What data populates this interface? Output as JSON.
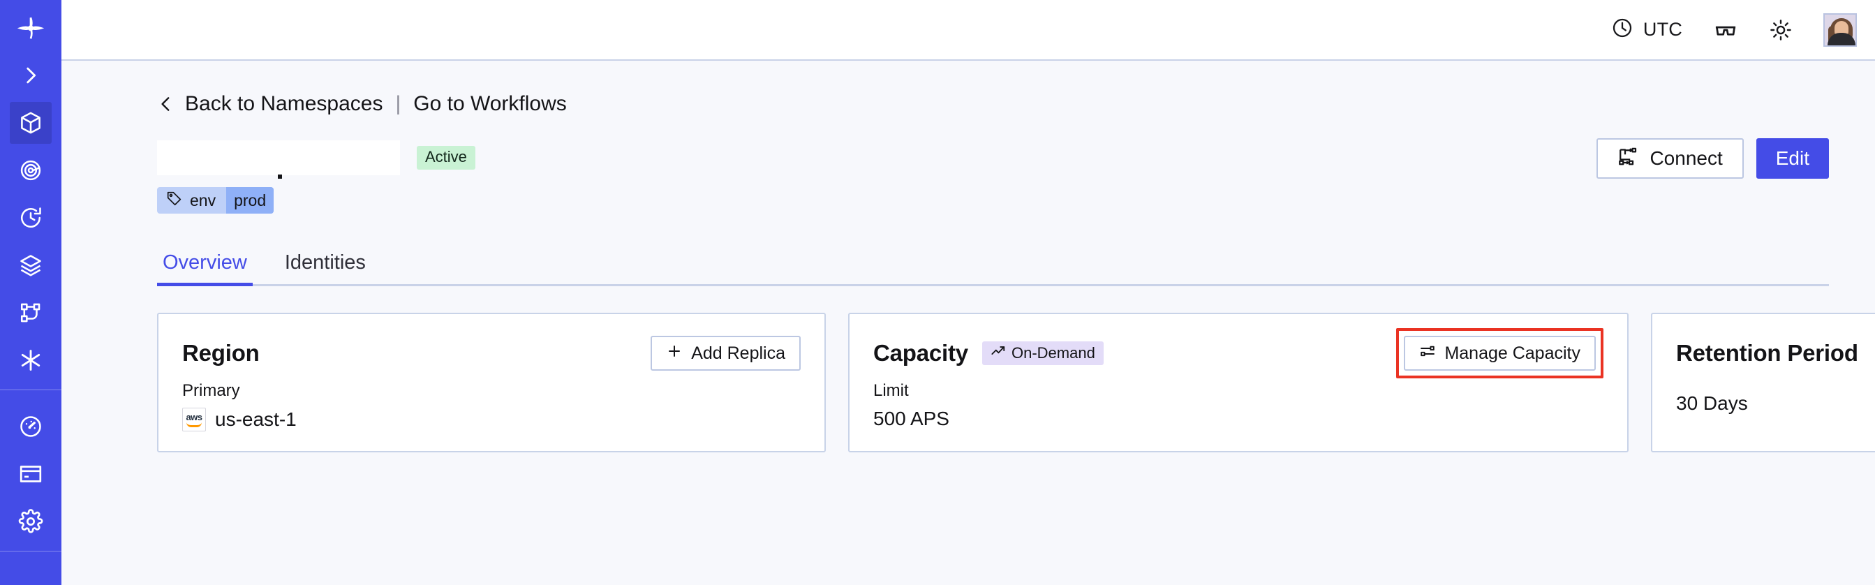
{
  "sidebar": {
    "items": [
      {
        "name": "temporal-logo-icon",
        "label": "Temporal"
      },
      {
        "name": "expand-sidebar-icon",
        "label": "Expand"
      },
      {
        "name": "namespaces-icon",
        "label": "Namespaces",
        "active": true
      },
      {
        "name": "observability-icon",
        "label": "Observability"
      },
      {
        "name": "schedules-icon",
        "label": "Schedules"
      },
      {
        "name": "batch-operations-icon",
        "label": "Batch Operations"
      },
      {
        "name": "workflows-icon",
        "label": "Workflows"
      },
      {
        "name": "nexus-icon",
        "label": "Nexus"
      },
      {
        "name": "usage-icon",
        "label": "Usage"
      },
      {
        "name": "billing-icon",
        "label": "Billing"
      },
      {
        "name": "settings-icon",
        "label": "Settings"
      }
    ]
  },
  "topbar": {
    "timezone_label": "UTC",
    "clock_icon": "clock-icon",
    "glasses_icon": "glasses-icon",
    "theme_icon": "sun-icon",
    "avatar_name": "user-avatar"
  },
  "breadcrumb": {
    "back_icon": "chevron-left-icon",
    "back_label": "Back to Namespaces",
    "separator": "|",
    "forward_label": "Go to Workflows"
  },
  "namespace": {
    "title": "",
    "title_redacted": true,
    "status": "Active",
    "tag": {
      "icon": "tag-icon",
      "key": "env",
      "value": "prod"
    }
  },
  "header_actions": {
    "connect_label": "Connect",
    "connect_icon": "connect-icon",
    "edit_label": "Edit"
  },
  "tabs": [
    {
      "label": "Overview",
      "active": true
    },
    {
      "label": "Identities",
      "active": false
    }
  ],
  "cards": {
    "region": {
      "title": "Region",
      "action_label": "Add Replica",
      "action_icon": "plus-icon",
      "sub_label": "Primary",
      "provider_icon": "aws-logo",
      "provider_text": "aws",
      "value": "us-east-1"
    },
    "capacity": {
      "title": "Capacity",
      "chip_label": "On-Demand",
      "chip_icon": "trending-up-icon",
      "action_label": "Manage Capacity",
      "action_icon": "sliders-icon",
      "action_highlighted": true,
      "sub_label": "Limit",
      "value": "500 APS"
    },
    "retention": {
      "title": "Retention Period",
      "value": "30 Days"
    }
  },
  "colors": {
    "brand": "#444ce7",
    "sidebar": "#444ce7",
    "page_bg": "#f7f8fc",
    "card_border": "#c8d3e8",
    "status_active_bg": "#c9f2d4",
    "tag_bg": "#bed0f8",
    "tag_value_bg": "#8fb0f7",
    "chip_ondemand_bg": "#e3dcf8",
    "highlight": "#ea3323"
  }
}
